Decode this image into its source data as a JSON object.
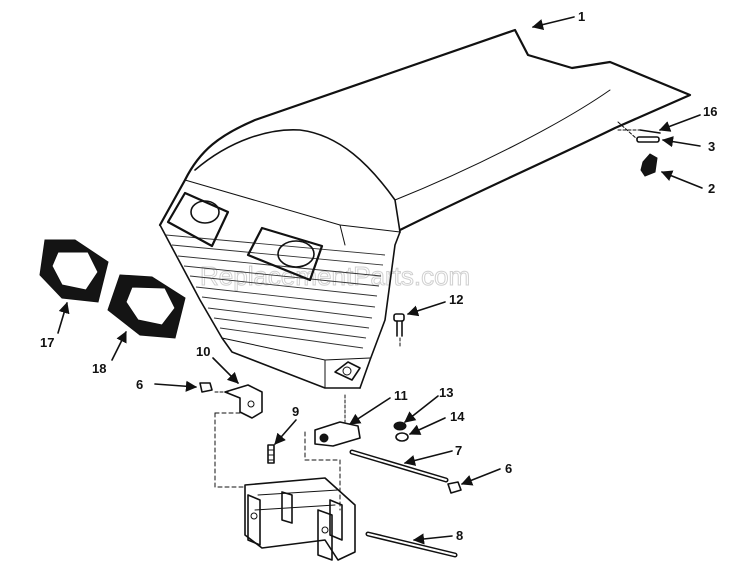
{
  "watermark": "ReplacementParts.com",
  "colors": {
    "ink": "#111111",
    "background": "#ffffff",
    "watermark": "#c8c8c8"
  },
  "callouts": [
    {
      "id": "1",
      "label": "1"
    },
    {
      "id": "2",
      "label": "2"
    },
    {
      "id": "3",
      "label": "3"
    },
    {
      "id": "16",
      "label": "16"
    },
    {
      "id": "12",
      "label": "12"
    },
    {
      "id": "17",
      "label": "17"
    },
    {
      "id": "18",
      "label": "18"
    },
    {
      "id": "10",
      "label": "10"
    },
    {
      "id": "6a",
      "label": "6"
    },
    {
      "id": "9",
      "label": "9"
    },
    {
      "id": "11",
      "label": "11"
    },
    {
      "id": "13",
      "label": "13"
    },
    {
      "id": "14",
      "label": "14"
    },
    {
      "id": "7",
      "label": "7"
    },
    {
      "id": "6b",
      "label": "6"
    },
    {
      "id": "8",
      "label": "8"
    }
  ]
}
